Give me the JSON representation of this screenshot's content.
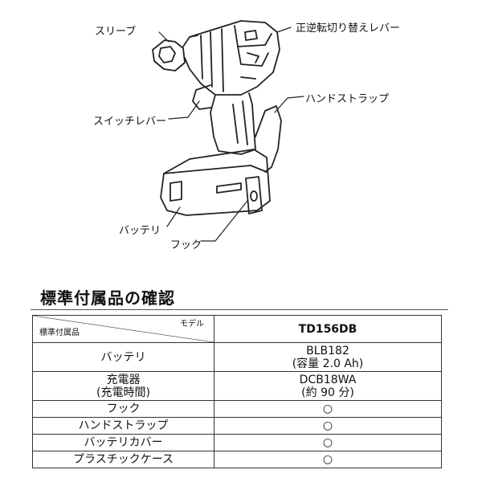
{
  "diagram": {
    "labels": {
      "sleeve": "スリーブ",
      "reverse_lever": "正逆転切り替えレバー",
      "hand_strap": "ハンドストラップ",
      "switch_lever": "スイッチレバー",
      "battery": "バッテリ",
      "hook": "フック"
    }
  },
  "section": {
    "title": "標準付属品の確認"
  },
  "table": {
    "header_model_label": "モデル",
    "header_std_label": "標準付属品",
    "model_name": "TD156DB",
    "rows": [
      {
        "item": "バッテリ",
        "item2": "",
        "value": "BLB182",
        "value2": "(容量 2.0 Ah)"
      },
      {
        "item": "充電器",
        "item2": "(充電時間)",
        "value": "DCB18WA",
        "value2": "(約 90 分)"
      },
      {
        "item": "フック",
        "value": "○"
      },
      {
        "item": "ハンドストラップ",
        "value": "○"
      },
      {
        "item": "バッテリカバー",
        "value": "○"
      },
      {
        "item": "プラスチックケース",
        "value": "○"
      }
    ]
  }
}
